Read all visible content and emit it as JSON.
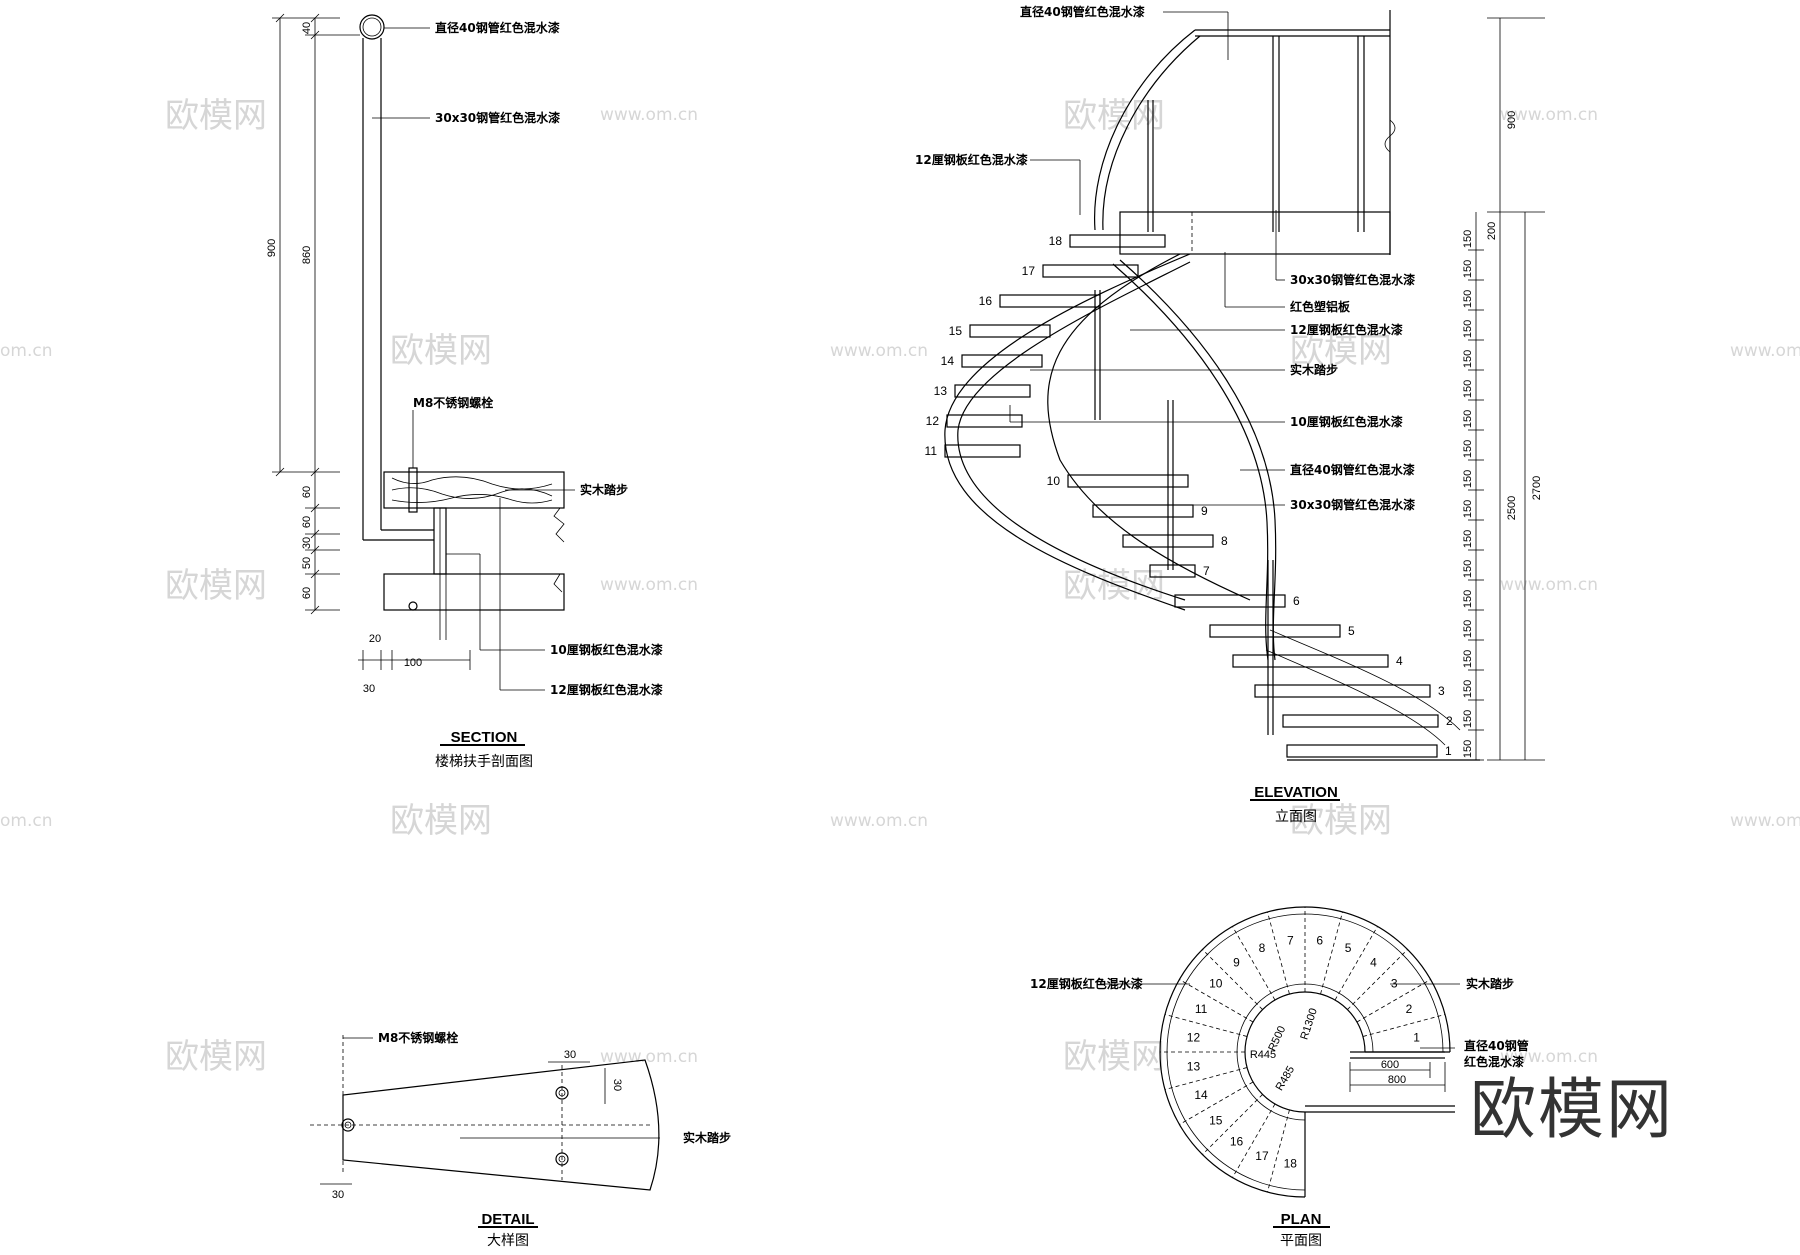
{
  "watermark": {
    "logo": "欧模网",
    "url": "www.om.cn",
    "url_short": "om.cn"
  },
  "section": {
    "title": "SECTION",
    "subtitle": "楼梯扶手剖面图",
    "labels": {
      "pipe40": "直径40钢管红色混水漆",
      "tube30": "30x30钢管红色混水漆",
      "bolt": "M8不锈钢螺栓",
      "tread": "实木踏步",
      "plate10": "10厘钢板红色混水漆",
      "plate12": "12厘钢板红色混水漆"
    },
    "dims": {
      "d40": "40",
      "d860": "860",
      "d900": "900",
      "d60a": "60",
      "d60b": "60",
      "d30": "30",
      "d50": "50",
      "d60c": "60",
      "d20": "20",
      "d100": "100",
      "d30b": "30"
    }
  },
  "elevation": {
    "title": "ELEVATION",
    "subtitle": "立面图",
    "labels": {
      "pipe40_top": "直径40钢管红色混水漆",
      "plate12_left": "12厘钢板红色混水漆",
      "tube30_a": "30x30钢管红色混水漆",
      "alu": "红色塑铝板",
      "plate12_b": "12厘钢板红色混水漆",
      "tread": "实木踏步",
      "plate10": "10厘钢板红色混水漆",
      "pipe40_b": "直径40钢管红色混水漆",
      "tube30_b": "30x30钢管红色混水漆"
    },
    "step_numbers": [
      "1",
      "2",
      "3",
      "4",
      "5",
      "6",
      "7",
      "8",
      "9",
      "10",
      "11",
      "12",
      "13",
      "14",
      "15",
      "16",
      "17",
      "18"
    ],
    "riser": "150",
    "dims": {
      "d200": "200",
      "d900": "900",
      "d2500": "2500",
      "d2700": "2700"
    }
  },
  "detail": {
    "title": "DETAIL",
    "subtitle": "大样图",
    "labels": {
      "bolt": "M8不锈钢螺栓",
      "tread": "实木踏步"
    },
    "dims": {
      "d30a": "30",
      "d30b": "30",
      "d30c": "30"
    }
  },
  "plan": {
    "title": "PLAN",
    "subtitle": "平面图",
    "labels": {
      "plate12": "12厘钢板红色混水漆",
      "tread": "实木踏步",
      "pipe_line1": "直径40钢管",
      "pipe_line2": "红色混水漆"
    },
    "step_numbers": [
      "1",
      "2",
      "3",
      "4",
      "5",
      "6",
      "7",
      "8",
      "9",
      "10",
      "11",
      "12",
      "13",
      "14",
      "15",
      "16",
      "17",
      "18"
    ],
    "dims": {
      "r1300": "R1300",
      "r500": "R500",
      "r445": "R445",
      "r485": "R485",
      "d600": "600",
      "d800": "800"
    }
  }
}
